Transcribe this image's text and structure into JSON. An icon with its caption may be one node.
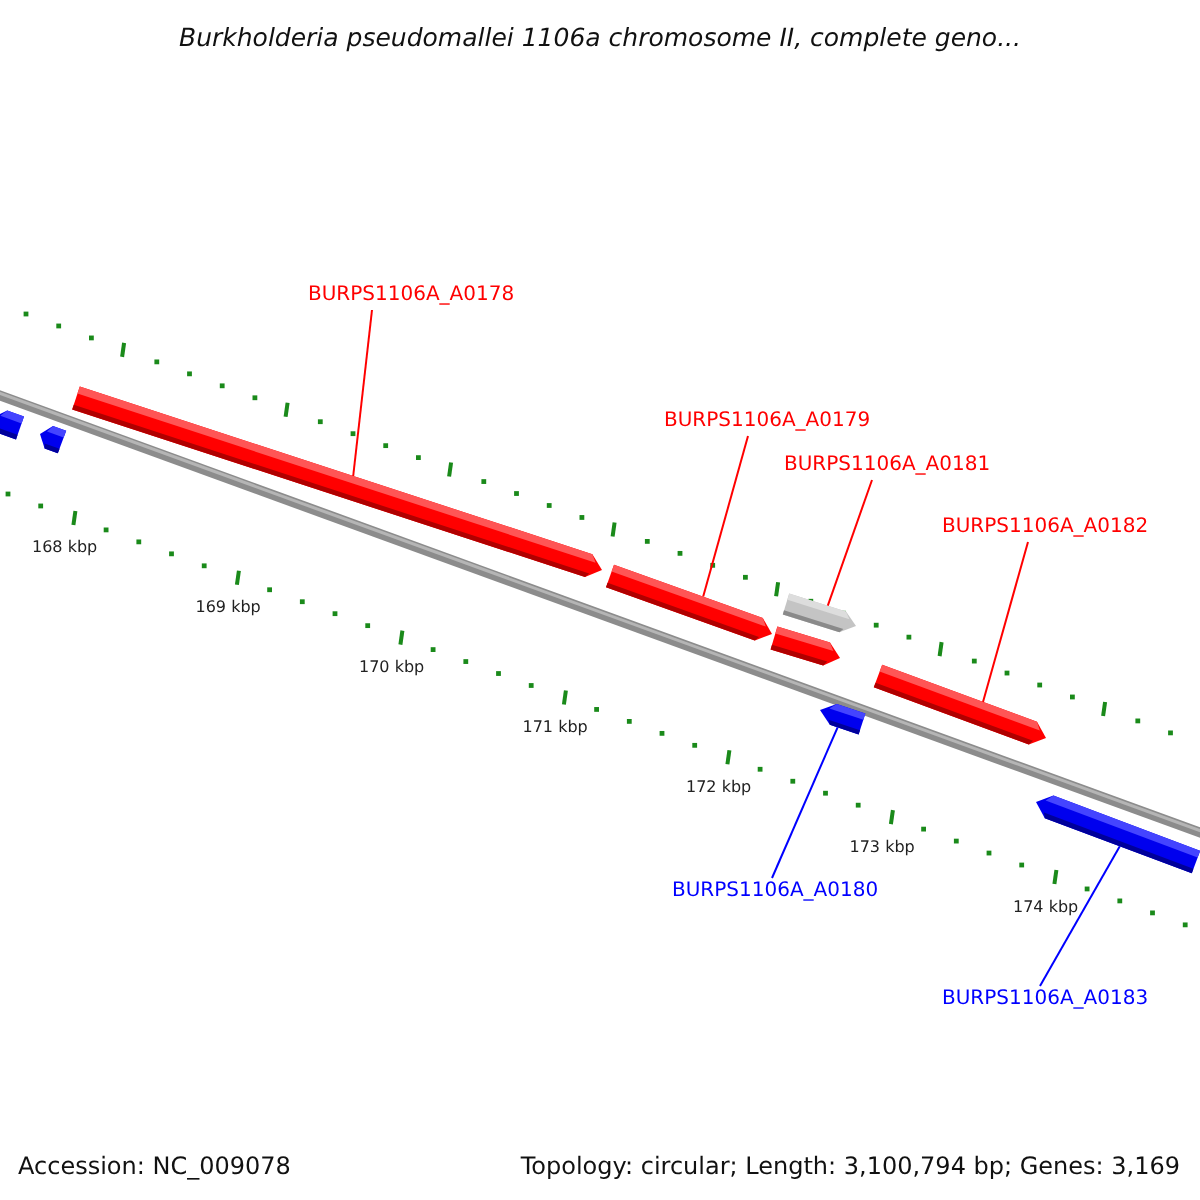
{
  "diagram": {
    "title": "Burkholderia pseudomallei 1106a chromosome II, complete geno...",
    "nodes": [
      {
        "text": [
          "BURPS1106A_A0178"
        ]
      },
      {
        "text": [
          "BURPS1106A_A0179"
        ]
      },
      {
        "text": [
          "BURPS1106A_A0181"
        ]
      },
      {
        "text": [
          "BURPS1106A_A0182"
        ]
      },
      {
        "text": [
          "BURPS1106A_A0180"
        ]
      },
      {
        "text": [
          "BURPS1106A_A0183"
        ]
      },
      {
        "text": [],
        "shape": "bar"
      },
      {
        "text": [],
        "shape": "bar"
      },
      {
        "text": [],
        "shape": "bar"
      },
      {
        "text": [],
        "shape": "bar"
      },
      {
        "text": [],
        "shape": "bar"
      },
      {
        "text": [],
        "shape": "bar"
      },
      {
        "text": [],
        "shape": "bar"
      },
      {
        "text": [],
        "shape": "bar"
      },
      {
        "text": [],
        "shape": "bar"
      }
    ],
    "edges": [
      {
        "from": 0,
        "to": 8,
        "arrow": "none"
      },
      {
        "from": 1,
        "to": 9,
        "arrow": "none"
      },
      {
        "from": 2,
        "to": 11,
        "arrow": "none"
      },
      {
        "from": 3,
        "to": 13,
        "arrow": "none"
      },
      {
        "from": 4,
        "to": 12,
        "arrow": "none",
        "color": "#0000ff"
      },
      {
        "from": 5,
        "to": 14,
        "arrow": "none",
        "color": "#0000ff"
      }
    ],
    "labels": [
      "168 kbp",
      "169 kbp",
      "170 kbp",
      "171 kbp",
      "172 kbp",
      "173 kbp",
      "174 kbp",
      "Accession: NC_009078",
      "Topology: circular; Length: 3,100,794 bp; Genes: 3,169"
    ]
  }
}
